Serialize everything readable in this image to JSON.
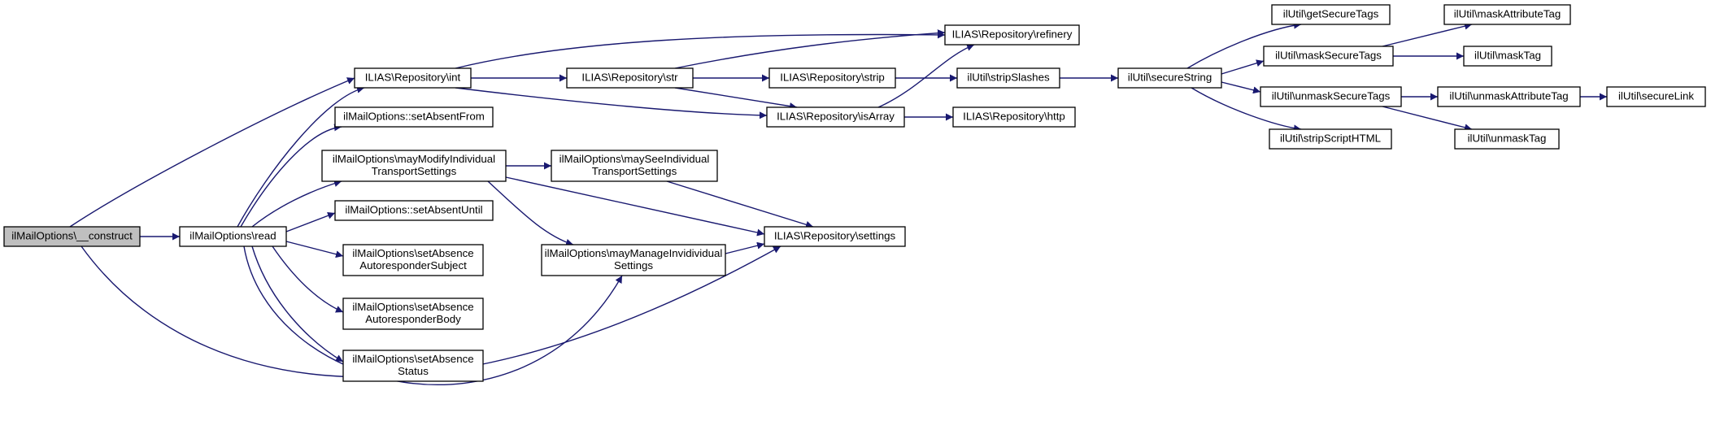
{
  "nodes": {
    "construct": [
      "ilMailOptions\\__construct"
    ],
    "read": [
      "ilMailOptions\\read"
    ],
    "int": [
      "ILIAS\\Repository\\int"
    ],
    "setAbsentFrom": [
      "ilMailOptions::setAbsentFrom"
    ],
    "mayModify": [
      "ilMailOptions\\mayModifyIndividual",
      "TransportSettings"
    ],
    "setAbsentUntil": [
      "ilMailOptions::setAbsentUntil"
    ],
    "setAbsenceSubject": [
      "ilMailOptions\\setAbsence",
      "AutoresponderSubject"
    ],
    "setAbsenceBody": [
      "ilMailOptions\\setAbsence",
      "AutoresponderBody"
    ],
    "setAbsenceStatus": [
      "ilMailOptions\\setAbsence",
      "Status"
    ],
    "str": [
      "ILIAS\\Repository\\str"
    ],
    "maySee": [
      "ilMailOptions\\maySeeIndividual",
      "TransportSettings"
    ],
    "mayManage": [
      "ilMailOptions\\mayManageInvidividual",
      "Settings"
    ],
    "strip": [
      "ILIAS\\Repository\\strip"
    ],
    "isArray": [
      "ILIAS\\Repository\\isArray"
    ],
    "settings": [
      "ILIAS\\Repository\\settings"
    ],
    "refinery": [
      "ILIAS\\Repository\\refinery"
    ],
    "stripSlashes": [
      "ilUtil\\stripSlashes"
    ],
    "http": [
      "ILIAS\\Repository\\http"
    ],
    "secureString": [
      "ilUtil\\secureString"
    ],
    "getSecureTags": [
      "ilUtil\\getSecureTags"
    ],
    "maskSecureTags": [
      "ilUtil\\maskSecureTags"
    ],
    "unmaskSecureTags": [
      "ilUtil\\unmaskSecureTags"
    ],
    "stripScriptHTML": [
      "ilUtil\\stripScriptHTML"
    ],
    "maskAttributeTag": [
      "ilUtil\\maskAttributeTag"
    ],
    "maskTag": [
      "ilUtil\\maskTag"
    ],
    "unmaskAttributeTag": [
      "ilUtil\\unmaskAttributeTag"
    ],
    "unmaskTag": [
      "ilUtil\\unmaskTag"
    ],
    "secureLink": [
      "ilUtil\\secureLink"
    ]
  },
  "edges": [
    [
      "construct",
      "read"
    ],
    [
      "construct",
      "int"
    ],
    [
      "construct",
      "settings"
    ],
    [
      "read",
      "int"
    ],
    [
      "read",
      "setAbsentFrom"
    ],
    [
      "read",
      "mayModify"
    ],
    [
      "read",
      "setAbsentUntil"
    ],
    [
      "read",
      "setAbsenceSubject"
    ],
    [
      "read",
      "setAbsenceBody"
    ],
    [
      "read",
      "setAbsenceStatus"
    ],
    [
      "read",
      "mayManage"
    ],
    [
      "int",
      "refinery"
    ],
    [
      "int",
      "str"
    ],
    [
      "int",
      "isArray"
    ],
    [
      "mayModify",
      "maySee"
    ],
    [
      "mayModify",
      "mayManage"
    ],
    [
      "mayModify",
      "settings"
    ],
    [
      "maySee",
      "settings"
    ],
    [
      "mayManage",
      "settings"
    ],
    [
      "str",
      "refinery"
    ],
    [
      "str",
      "strip"
    ],
    [
      "str",
      "isArray"
    ],
    [
      "strip",
      "stripSlashes"
    ],
    [
      "isArray",
      "refinery"
    ],
    [
      "isArray",
      "http"
    ],
    [
      "stripSlashes",
      "secureString"
    ],
    [
      "secureString",
      "getSecureTags"
    ],
    [
      "secureString",
      "maskSecureTags"
    ],
    [
      "secureString",
      "unmaskSecureTags"
    ],
    [
      "secureString",
      "stripScriptHTML"
    ],
    [
      "maskSecureTags",
      "maskAttributeTag"
    ],
    [
      "maskSecureTags",
      "maskTag"
    ],
    [
      "unmaskSecureTags",
      "unmaskAttributeTag"
    ],
    [
      "unmaskSecureTags",
      "unmaskTag"
    ],
    [
      "unmaskAttributeTag",
      "secureLink"
    ]
  ],
  "colors": {
    "edge": "#191970",
    "root_fill": "#bfbfbf",
    "node_fill": "#ffffff",
    "border": "#000000"
  }
}
